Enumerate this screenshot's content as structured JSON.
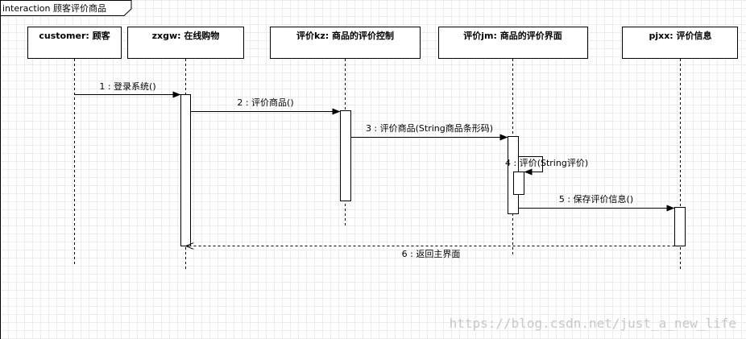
{
  "frame": {
    "title": "interaction 顾客评价商品"
  },
  "lifelines": [
    {
      "label": "customer: 顾客"
    },
    {
      "label": "zxgw: 在线购物"
    },
    {
      "label": "评价kz: 商品的评价控制"
    },
    {
      "label": "评价jm: 商品的评价界面"
    },
    {
      "label": "pjxx: 评价信息"
    }
  ],
  "messages": [
    {
      "label": "1 : 登录系统()"
    },
    {
      "label": "2 : 评价商品()"
    },
    {
      "label": "3 : 评价商品(String商品条形码)"
    },
    {
      "label": "4 : 评价(String评价)"
    },
    {
      "label": "5 : 保存评价信息()"
    },
    {
      "label": "6 : 返回主界面"
    }
  ],
  "watermark": "https://blog.csdn.net/just_a_new_life"
}
